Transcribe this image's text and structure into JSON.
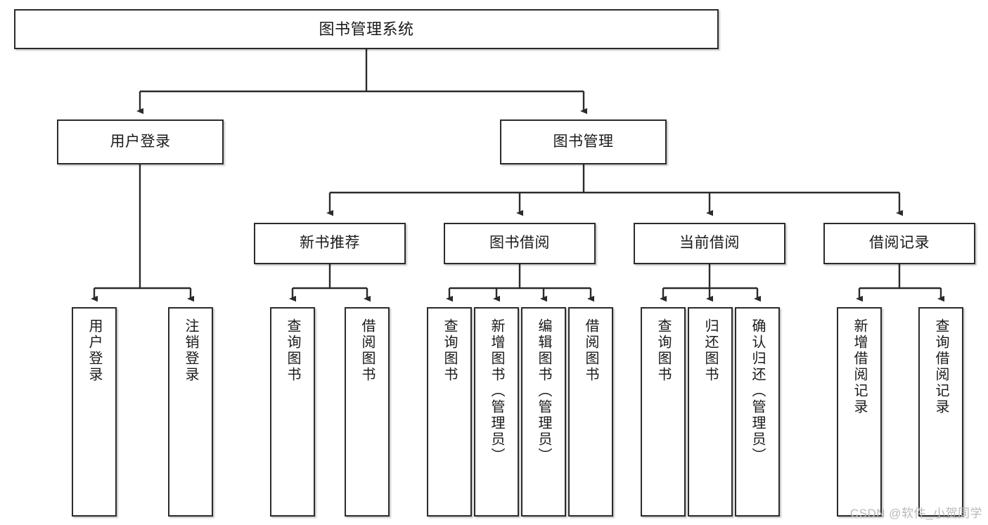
{
  "diagram": {
    "title": "图书管理系统",
    "type": "hierarchy-tree",
    "orientation": "top-down",
    "watermark": "CSDN @软件_小贺同学",
    "colors": {
      "stroke": "#2b2b2b",
      "fill": "#ffffff",
      "text": "#1a1a1a",
      "watermark": "#b9b9b9"
    },
    "levels": {
      "root": {
        "id": "root",
        "label": "图书管理系统"
      },
      "level2": [
        {
          "id": "user-login",
          "label": "用户登录"
        },
        {
          "id": "book-management",
          "label": "图书管理"
        }
      ],
      "level3": [
        {
          "id": "new-book-recommend",
          "label": "新书推荐",
          "parent": "book-management"
        },
        {
          "id": "book-borrow",
          "label": "图书借阅",
          "parent": "book-management"
        },
        {
          "id": "current-borrow",
          "label": "当前借阅",
          "parent": "book-management"
        },
        {
          "id": "borrow-record",
          "label": "借阅记录",
          "parent": "book-management"
        }
      ],
      "leaves": [
        {
          "id": "leaf-user-login",
          "label": "用户登录",
          "parent": "user-login"
        },
        {
          "id": "leaf-logout",
          "label": "注销登录",
          "parent": "user-login"
        },
        {
          "id": "leaf-query-book-1",
          "label": "查询图书",
          "parent": "new-book-recommend"
        },
        {
          "id": "leaf-borrow-book-1",
          "label": "借阅图书",
          "parent": "new-book-recommend"
        },
        {
          "id": "leaf-query-book-2",
          "label": "查询图书",
          "parent": "book-borrow"
        },
        {
          "id": "leaf-add-book",
          "label": "新增图书（管理员）",
          "parent": "book-borrow"
        },
        {
          "id": "leaf-edit-book",
          "label": "编辑图书（管理员）",
          "parent": "book-borrow"
        },
        {
          "id": "leaf-borrow-book-2",
          "label": "借阅图书",
          "parent": "book-borrow"
        },
        {
          "id": "leaf-query-book-3",
          "label": "查询图书",
          "parent": "current-borrow"
        },
        {
          "id": "leaf-return-book",
          "label": "归还图书",
          "parent": "current-borrow"
        },
        {
          "id": "leaf-confirm-return",
          "label": "确认归还（管理员）",
          "parent": "current-borrow"
        },
        {
          "id": "leaf-add-record",
          "label": "新增借阅记录",
          "parent": "borrow-record"
        },
        {
          "id": "leaf-query-record",
          "label": "查询借阅记录",
          "parent": "borrow-record"
        }
      ]
    }
  }
}
